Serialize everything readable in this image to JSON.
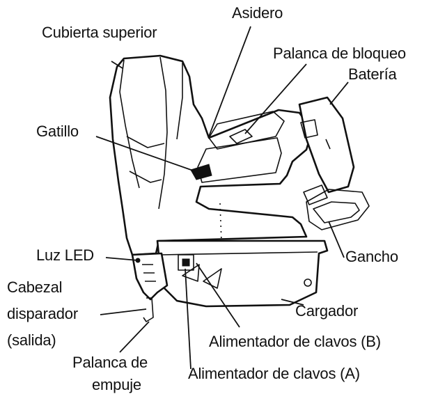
{
  "diagram": {
    "labels": {
      "top_cover": "Cubierta superior",
      "handle": "Asidero",
      "lock_lever": "Palanca de bloqueo",
      "battery": "Batería",
      "trigger": "Gatillo",
      "led_light": "Luz LED",
      "hook": "Gancho",
      "head_line1": "Cabezal",
      "head_line2": "disparador",
      "head_line3": "(salida)",
      "magazine": "Cargador",
      "feeder_b": "Alimentador de clavos (B)",
      "push_lever_line1": "Palanca de",
      "push_lever_line2": "empuje",
      "feeder_a": "Alimentador de clavos (A)"
    }
  }
}
